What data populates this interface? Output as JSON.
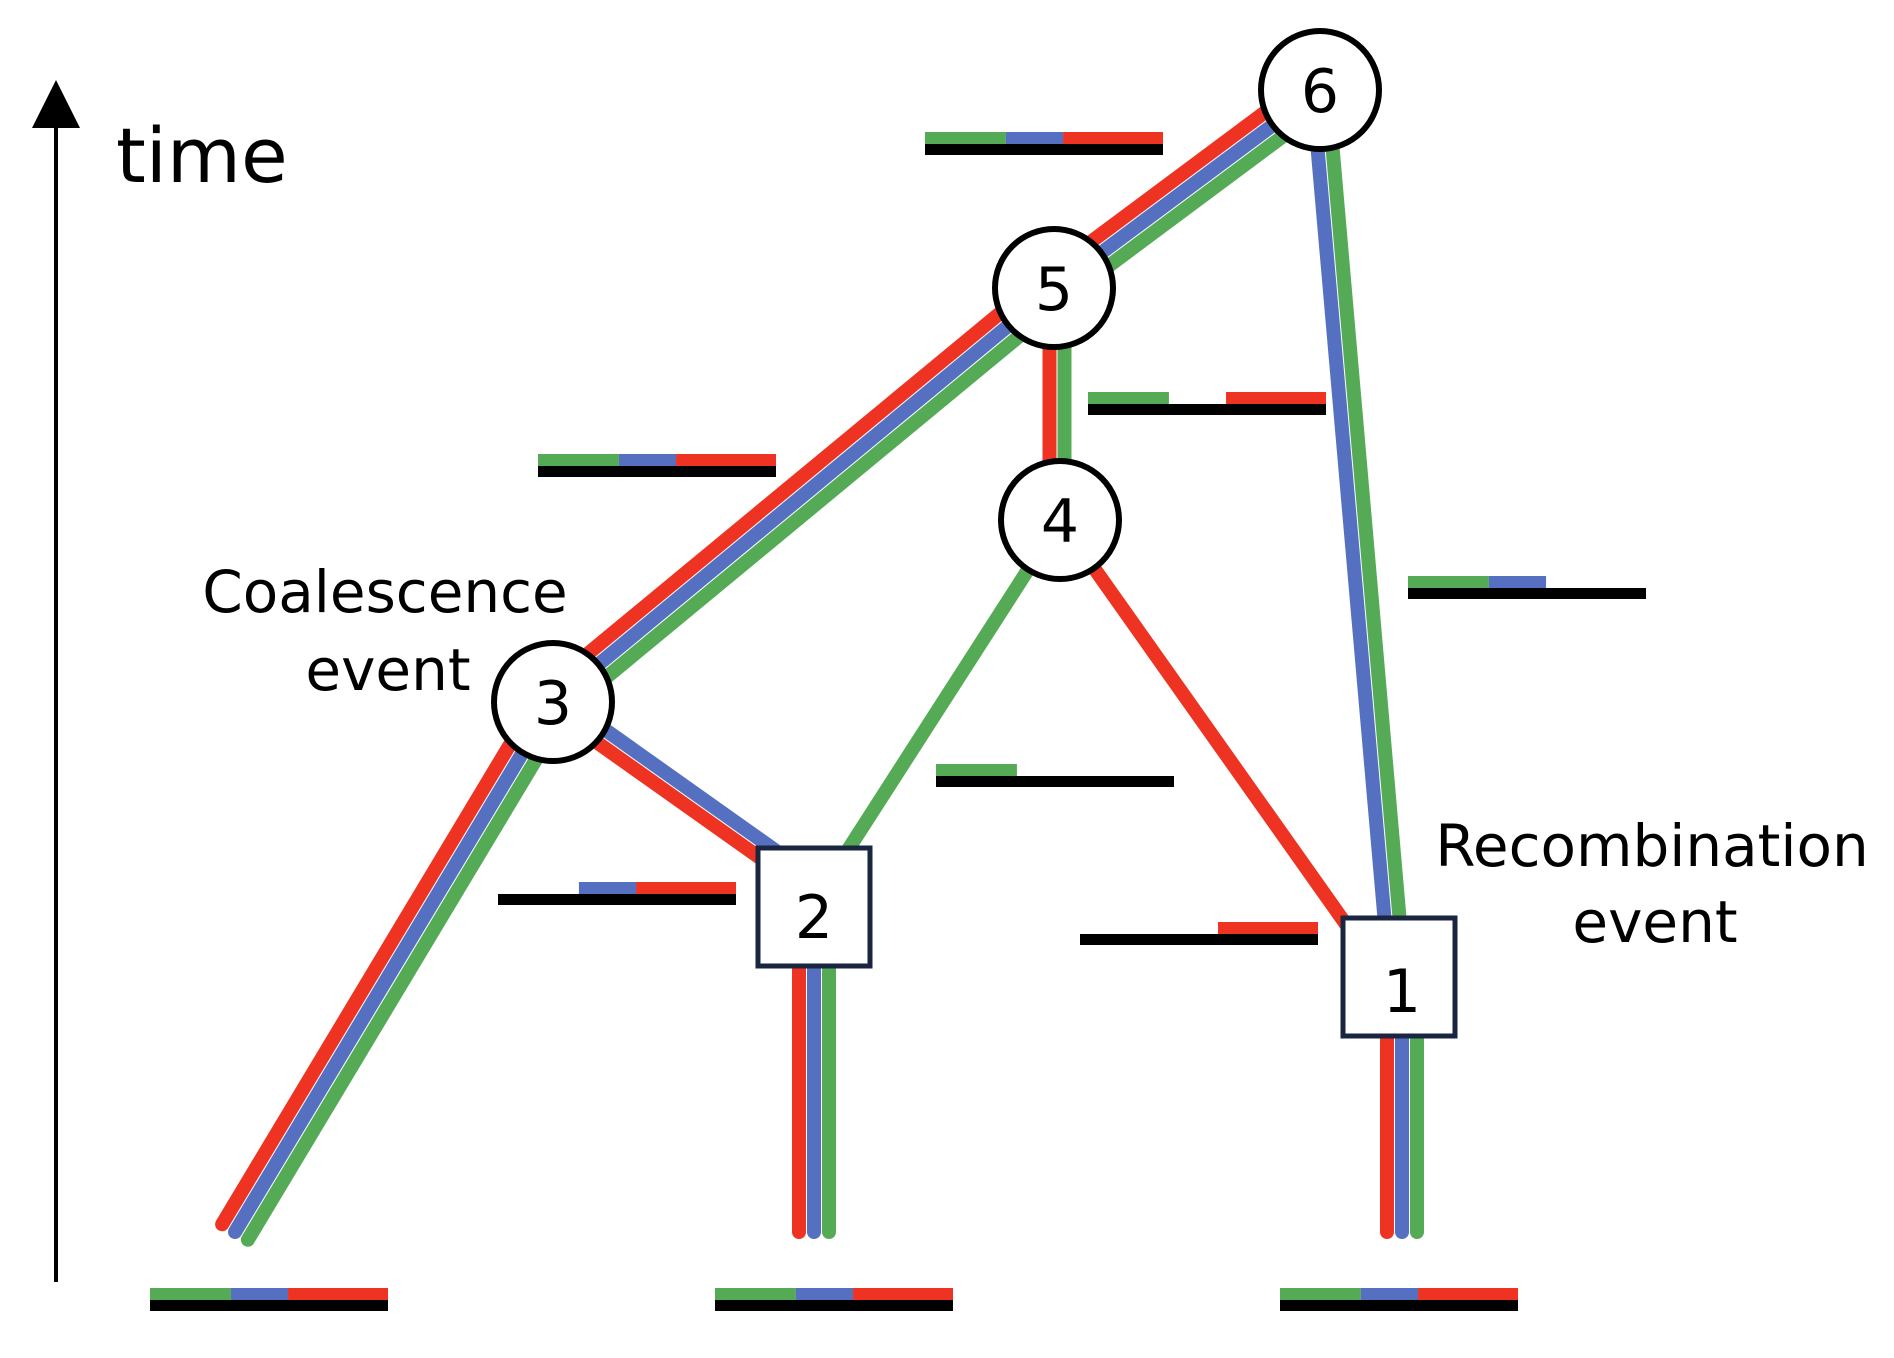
{
  "axis": {
    "label": "time"
  },
  "annotations": {
    "coalescence": [
      "Coalescence",
      "event"
    ],
    "recombination": [
      "Recombination",
      "event"
    ]
  },
  "nodes": [
    {
      "id": "1",
      "label": "1",
      "kind": "recombination",
      "shape": "square"
    },
    {
      "id": "2",
      "label": "2",
      "kind": "recombination",
      "shape": "square"
    },
    {
      "id": "3",
      "label": "3",
      "kind": "coalescence",
      "shape": "circle"
    },
    {
      "id": "4",
      "label": "4",
      "kind": "coalescence",
      "shape": "circle"
    },
    {
      "id": "5",
      "label": "5",
      "kind": "coalescence",
      "shape": "circle"
    },
    {
      "id": "6",
      "label": "6",
      "kind": "coalescence",
      "shape": "circle"
    }
  ],
  "colors": {
    "green": "#55aa55",
    "blue": "#5570c0",
    "red": "#ee3322",
    "black": "#000000",
    "node_fill": "#ffffff",
    "square_stroke": "#1a2540"
  },
  "sequence_segments": {
    "sample-1": [
      "green",
      "blue",
      "red"
    ],
    "sample-2": [
      "green",
      "blue",
      "red"
    ],
    "sample-3": [
      "green",
      "blue",
      "red"
    ],
    "edge-3-5": [
      "green",
      "blue",
      "red"
    ],
    "edge-5-6": [
      "green",
      "blue",
      "red"
    ],
    "edge-4-5": [
      "green",
      "red"
    ],
    "edge-1-6": [
      "green",
      "blue"
    ],
    "edge-2-3": [
      "blue",
      "red"
    ],
    "edge-2-4": [
      "green"
    ],
    "edge-1-4": [
      "red"
    ]
  }
}
